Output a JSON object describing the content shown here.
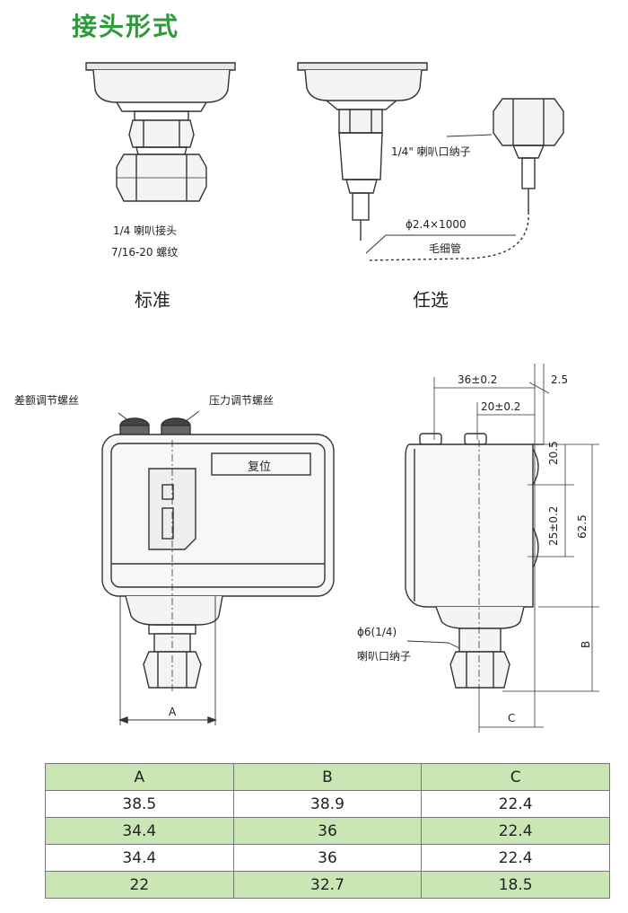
{
  "title": "接头形式",
  "fitting": {
    "standard_label_1": "1/4 喇叭接头",
    "standard_label_2": "7/16-20 螺纹",
    "standard_caption": "标准",
    "optional_nut_label": "1/4\" 喇叭口纳子",
    "capillary_spec": "ϕ2.4×1000",
    "capillary_label": "毛细管",
    "optional_caption": "任选"
  },
  "front_view": {
    "diff_screw_label": "差额调节螺丝",
    "pressure_screw_label": "压力调节螺丝",
    "reset_label": "复位",
    "dim_a": "A"
  },
  "side_view": {
    "dim_36": "36±0.2",
    "dim_25_top": "2.5",
    "dim_20": "20±0.2",
    "dim_20_5": "20.5",
    "dim_25": "25±0.2",
    "dim_62_5": "62.5",
    "dim_b": "B",
    "dim_c": "C",
    "nut_size": "ϕ6(1/4)",
    "nut_label": "喇叭口纳子"
  },
  "table": {
    "headers": [
      "A",
      "B",
      "C"
    ],
    "rows": [
      [
        "38.5",
        "38.9",
        "22.4"
      ],
      [
        "34.4",
        "36",
        "22.4"
      ],
      [
        "34.4",
        "36",
        "22.4"
      ],
      [
        "22",
        "32.7",
        "18.5"
      ]
    ]
  },
  "colors": {
    "title_green": "#2f9a3c",
    "table_green": "#c9e6b4"
  }
}
